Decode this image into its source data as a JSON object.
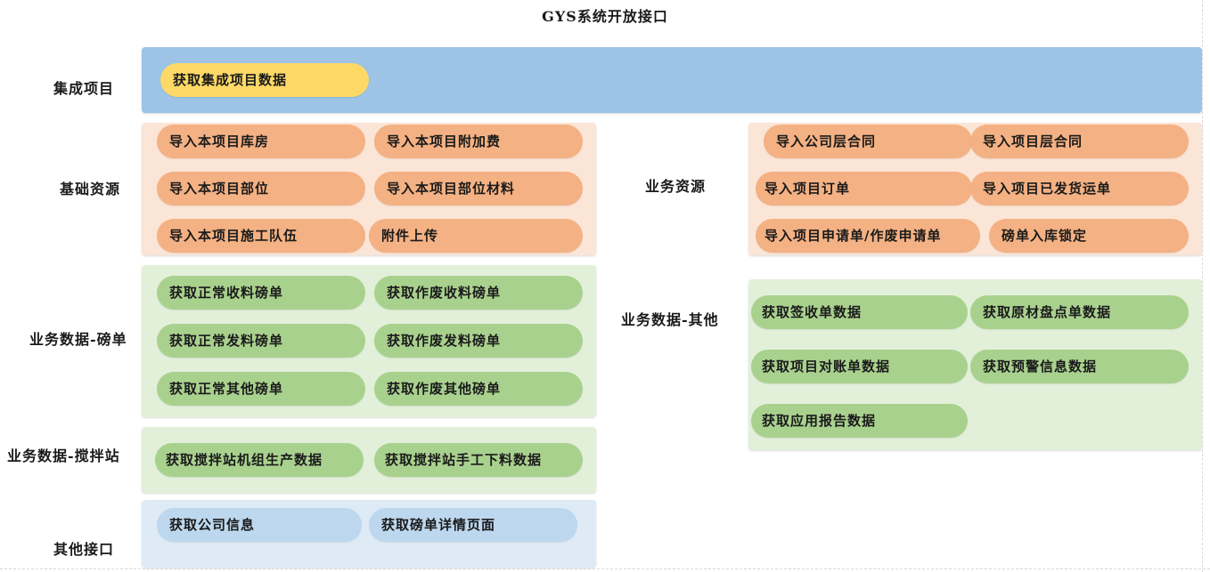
{
  "title": "GYS系统开放接口",
  "sections": {
    "integration": {
      "label": "集成项目",
      "items": [
        "获取集成项目数据"
      ]
    },
    "base_resources": {
      "label": "基础资源",
      "items": [
        "导入本项目库房",
        "导入本项目附加费",
        "导入本项目部位",
        "导入本项目部位材料",
        "导入本项目施工队伍",
        "附件上传"
      ]
    },
    "business_resources": {
      "label": "业务资源",
      "items": [
        "导入公司层合同",
        "导入项目层合同",
        "导入项目订单",
        "导入项目已发货运单",
        "导入项目申请单/作废申请单",
        "磅单入库锁定"
      ]
    },
    "business_weigh": {
      "label": "业务数据-磅单",
      "items": [
        "获取正常收料磅单",
        "获取作废收料磅单",
        "获取正常发料磅单",
        "获取作废发料磅单",
        "获取正常其他磅单",
        "获取作废其他磅单"
      ]
    },
    "business_other": {
      "label": "业务数据-其他",
      "items": [
        "获取签收单数据",
        "获取原材盘点单数据",
        "获取项目对账单数据",
        "获取预警信息数据",
        "获取应用报告数据"
      ]
    },
    "business_mixing": {
      "label": "业务数据-搅拌站",
      "items": [
        "获取搅拌站机组生产数据",
        "获取搅拌站手工下料数据"
      ]
    },
    "other": {
      "label": "其他接口",
      "items": [
        "获取公司信息",
        "获取磅单详情页面"
      ]
    }
  },
  "colors": {
    "integration_panel": "#9dc3e6",
    "integration_pill": "#ffd966",
    "resources_panel": "#fbe5d6",
    "resources_pill": "#f4b183",
    "business_panel": "#e2f0d9",
    "business_pill": "#a9d18e",
    "other_panel": "#deebf7",
    "other_pill": "#bdd7ee"
  }
}
